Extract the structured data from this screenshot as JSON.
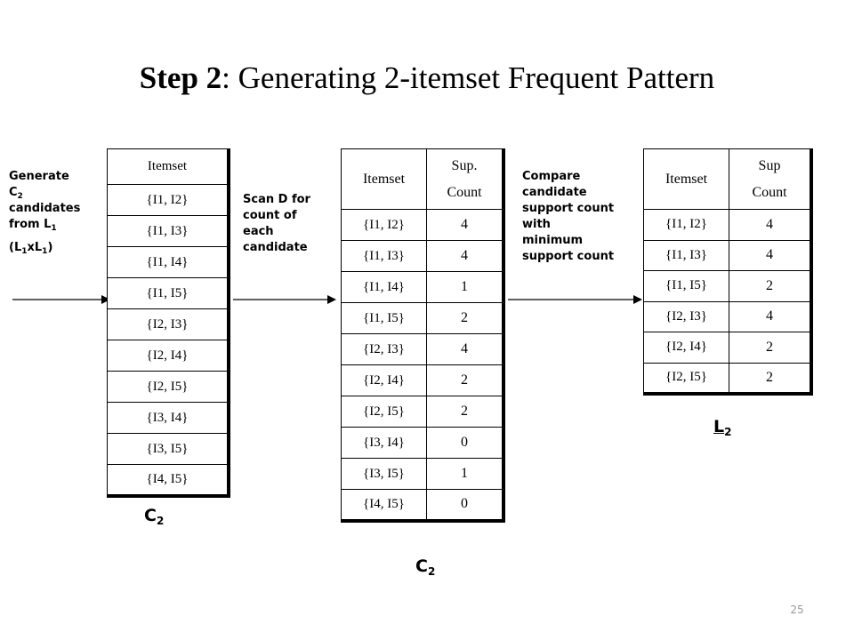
{
  "title": {
    "bold": "Step 2",
    "rest": ": Generating 2-itemset Frequent Pattern"
  },
  "note_generate": {
    "l1": "Generate",
    "l2a": "C",
    "l2sub": "2",
    "l3": "candidates",
    "l4a": "from L",
    "l4sub": "1",
    "l5a": "(L",
    "l5sub1": "1",
    "l5b": "xL",
    "l5sub2": "1",
    "l5c": ")"
  },
  "note_scan": {
    "l1": "Scan D for",
    "l2": "count of",
    "l3": "each",
    "l4": "candidate"
  },
  "note_compare": {
    "l1": "Compare",
    "l2": "candidate",
    "l3": "support count",
    "l4": "with",
    "l5": "minimum",
    "l6": "support count"
  },
  "table1": {
    "header": "Itemset",
    "rows": [
      "{I1, I2}",
      "{I1, I3}",
      "{I1, I4}",
      "{I1, I5}",
      "{I2, I3}",
      "{I2, I4}",
      "{I2, I5}",
      "{I3, I4}",
      "{I3, I5}",
      "{I4, I5}"
    ],
    "caption": "C",
    "caption_sub": "2"
  },
  "table2": {
    "header_itemset": "Itemset",
    "header_sup1": "Sup.",
    "header_sup2": "Count",
    "rows": [
      {
        "itemset": "{I1, I2}",
        "count": "4"
      },
      {
        "itemset": "{I1, I3}",
        "count": "4"
      },
      {
        "itemset": "{I1, I4}",
        "count": "1"
      },
      {
        "itemset": "{I1, I5}",
        "count": "2"
      },
      {
        "itemset": "{I2, I3}",
        "count": "4"
      },
      {
        "itemset": "{I2, I4}",
        "count": "2"
      },
      {
        "itemset": "{I2, I5}",
        "count": "2"
      },
      {
        "itemset": "{I3, I4}",
        "count": "0"
      },
      {
        "itemset": "{I3, I5}",
        "count": "1"
      },
      {
        "itemset": "{I4, I5}",
        "count": "0"
      }
    ],
    "caption": "C",
    "caption_sub": "2"
  },
  "table3": {
    "header_itemset": "Itemset",
    "header_sup1": "Sup",
    "header_sup2": "Count",
    "rows": [
      {
        "itemset": "{I1, I2}",
        "count": "4"
      },
      {
        "itemset": "{I1, I3}",
        "count": "4"
      },
      {
        "itemset": "{I1, I5}",
        "count": "2"
      },
      {
        "itemset": "{I2, I3}",
        "count": "4"
      },
      {
        "itemset": "{I2, I4}",
        "count": "2"
      },
      {
        "itemset": "{I2, I5}",
        "count": "2"
      }
    ],
    "caption": "L",
    "caption_sub": "2"
  },
  "page_number": "25"
}
